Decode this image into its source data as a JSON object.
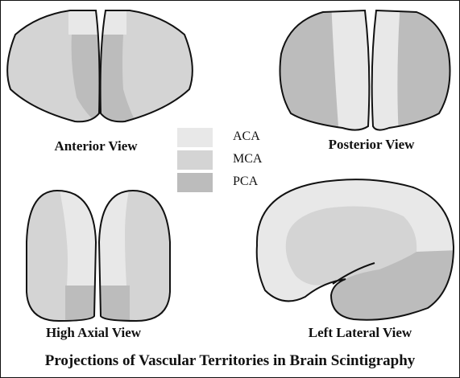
{
  "title": "Projections of Vascular Territories in Brain Scintigraphy",
  "views": {
    "anterior": "Anterior View",
    "posterior": "Posterior View",
    "high_axial": "High Axial View",
    "left_lateral": "Left Lateral View"
  },
  "legend": [
    {
      "label": "ACA",
      "color": "#e8e8e8"
    },
    {
      "label": "MCA",
      "color": "#d4d4d4"
    },
    {
      "label": "PCA",
      "color": "#bcbcbc"
    }
  ],
  "colors": {
    "aca": "#e8e8e8",
    "mca": "#d4d4d4",
    "pca": "#bcbcbc",
    "outline": "#111111"
  }
}
